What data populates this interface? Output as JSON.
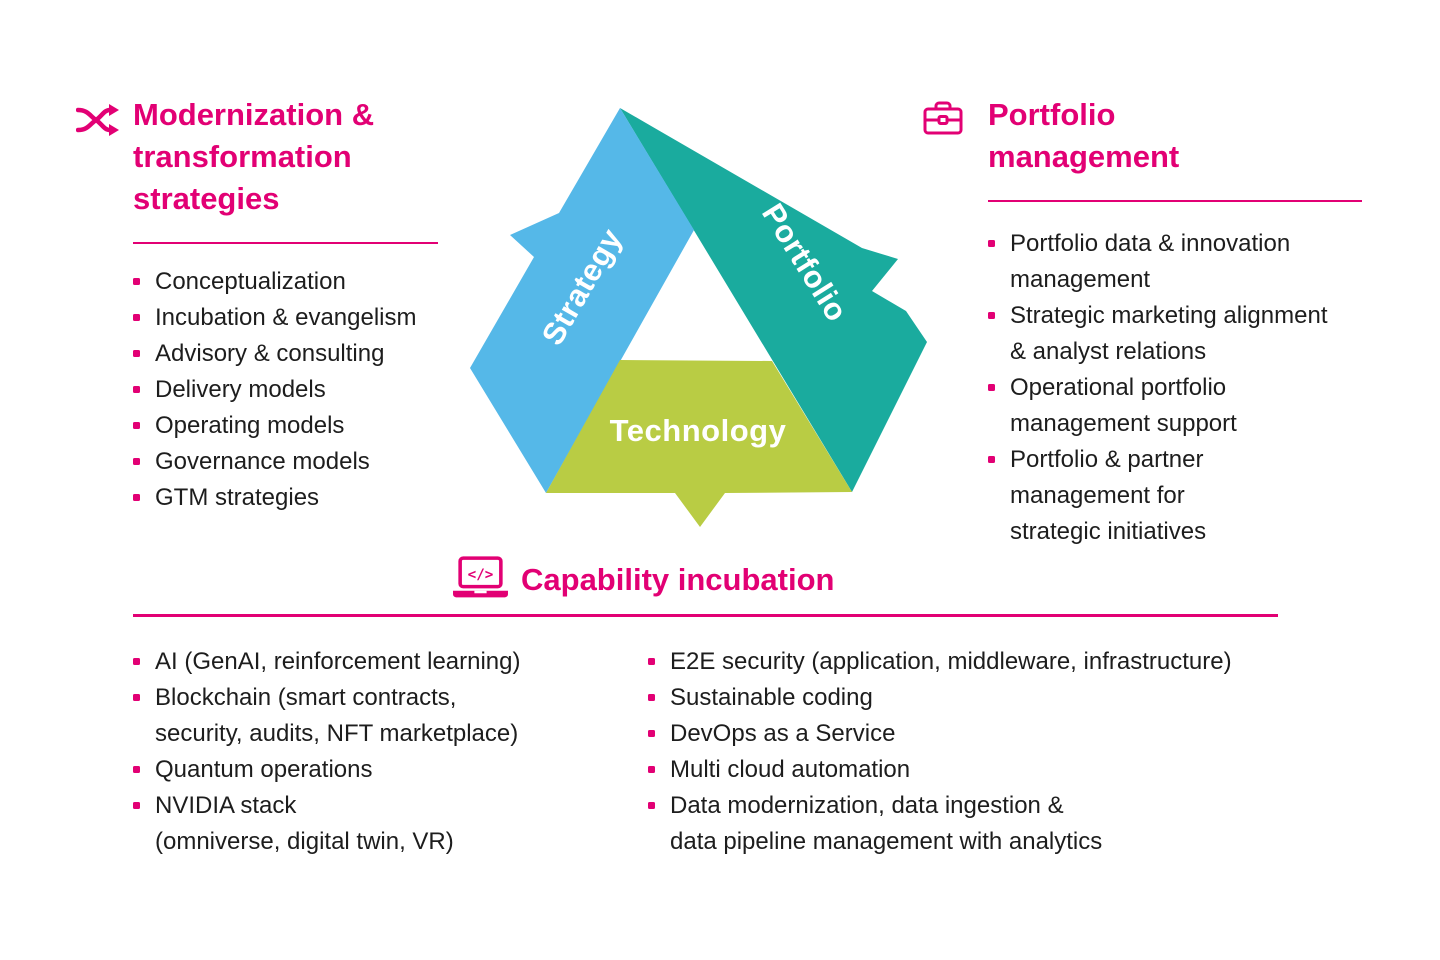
{
  "colors": {
    "magenta": "#e20074",
    "blue": "#55b8e8",
    "teal": "#1aab9e",
    "green": "#b9cc44",
    "body_text": "#1d1d1d",
    "band_label_text": "#ffffff"
  },
  "modernization": {
    "icon": "shuffle-icon",
    "title": "Modernization &\ntransformation\nstrategies",
    "items": [
      "Conceptualization",
      "Incubation & evangelism",
      "Advisory & consulting",
      "Delivery models",
      "Operating models",
      "Governance models",
      "GTM strategies"
    ]
  },
  "portfolio_mgmt": {
    "icon": "briefcase-icon",
    "title": "Portfolio\nmanagement",
    "items": [
      "Portfolio data & innovation\nmanagement",
      "Strategic marketing alignment\n& analyst relations",
      "Operational portfolio\nmanagement support",
      "Portfolio & partner\nmanagement for\nstrategic initiatives"
    ]
  },
  "capability": {
    "icon": "laptop-code-icon",
    "title": "Capability incubation",
    "items_left": [
      "AI (GenAI, reinforcement learning)",
      "Blockchain (smart contracts,\nsecurity, audits, NFT marketplace)",
      "Quantum operations",
      "NVIDIA stack\n(omniverse, digital twin, VR)"
    ],
    "items_right": [
      "E2E security (application, middleware, infrastructure)",
      "Sustainable coding",
      "DevOps as a Service",
      "Multi cloud automation",
      "Data modernization, data ingestion &\ndata pipeline management with analytics"
    ]
  },
  "triangle": {
    "strategy": "Strategy",
    "portfolio": "Portfolio",
    "technology": "Technology"
  },
  "laptop_code_glyph": "</>"
}
